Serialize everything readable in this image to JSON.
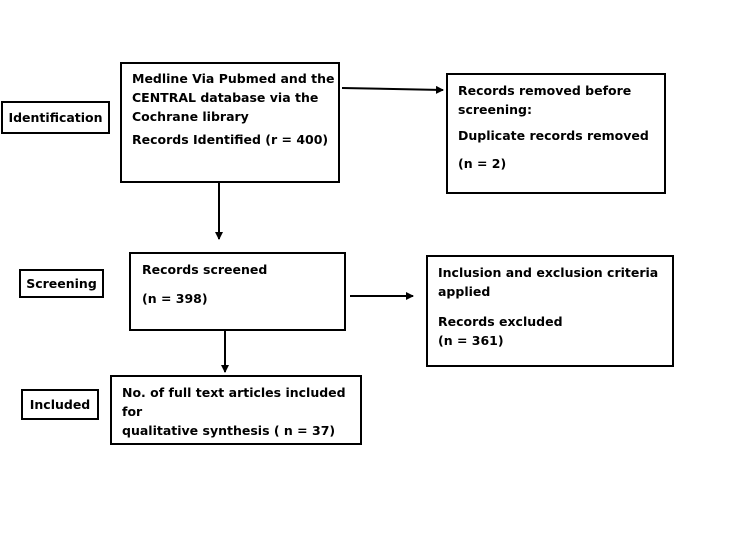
{
  "stages": {
    "identification": "Identification",
    "screening": "Screening",
    "included": "Included"
  },
  "boxes": {
    "identified": {
      "source_lines": [
        "Medline Via Pubmed and the",
        "CENTRAL database via the",
        "Cochrane library"
      ],
      "count": "Records Identified (r = 400)"
    },
    "removed": {
      "title_lines": [
        "Records removed before",
        "screening:"
      ],
      "reason": "Duplicate records removed",
      "count": "(n = 2)"
    },
    "screened": {
      "title": "Records screened",
      "count": "(n = 398)"
    },
    "excluded": {
      "title_lines": [
        "Inclusion and exclusion criteria",
        "applied"
      ],
      "reason": "Records excluded",
      "count": "(n = 361)"
    },
    "included": {
      "lines": [
        "No. of full text articles included for",
        "qualitative synthesis ( n = 37)"
      ]
    }
  }
}
